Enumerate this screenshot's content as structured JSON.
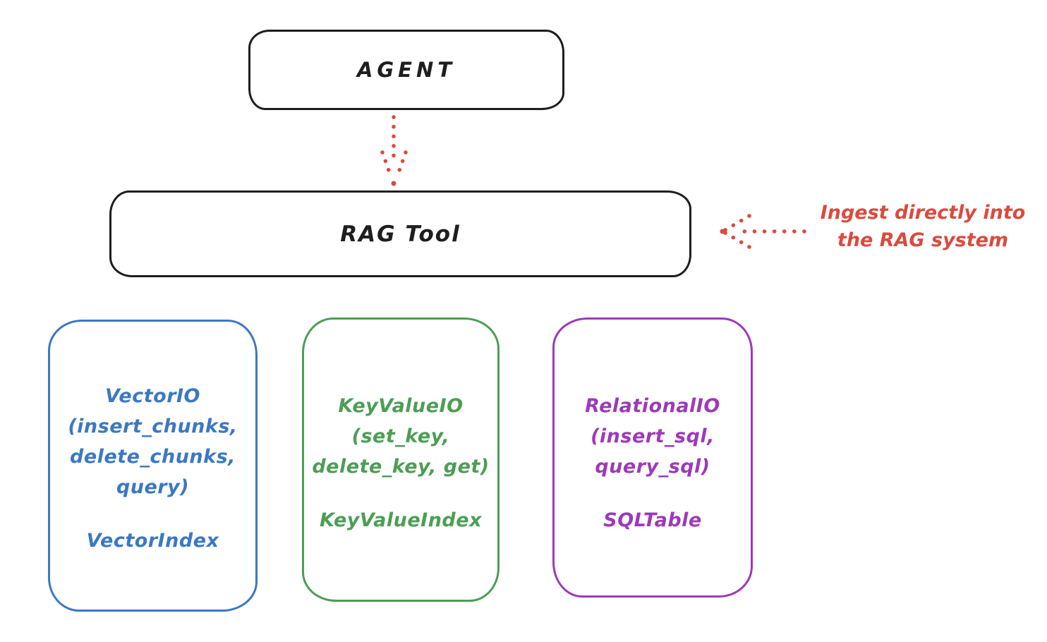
{
  "diagram": {
    "agent_box": {
      "label": "AGENT"
    },
    "rag_tool_box": {
      "label": "RAG Tool"
    },
    "annotation": {
      "line1": "Ingest directly into",
      "line2": "the RAG system"
    },
    "storage_boxes": [
      {
        "name": "vector-io",
        "lines": [
          "VectorIO",
          "(insert_chunks,",
          "delete_chunks,",
          "query)"
        ],
        "index_label": "VectorIndex"
      },
      {
        "name": "key-value-io",
        "lines": [
          "KeyValueIO",
          "(set_key,",
          "delete_key, get)"
        ],
        "index_label": "KeyValueIndex"
      },
      {
        "name": "relational-io",
        "lines": [
          "RelationalIO",
          "(insert_sql,",
          "query_sql)"
        ],
        "index_label": "SQLTable"
      }
    ],
    "colors": {
      "outline": "#1e1e1e",
      "blue": "#3b78c2",
      "green": "#4c9e55",
      "purple": "#9c3ab8",
      "red": "#d94b40"
    }
  }
}
